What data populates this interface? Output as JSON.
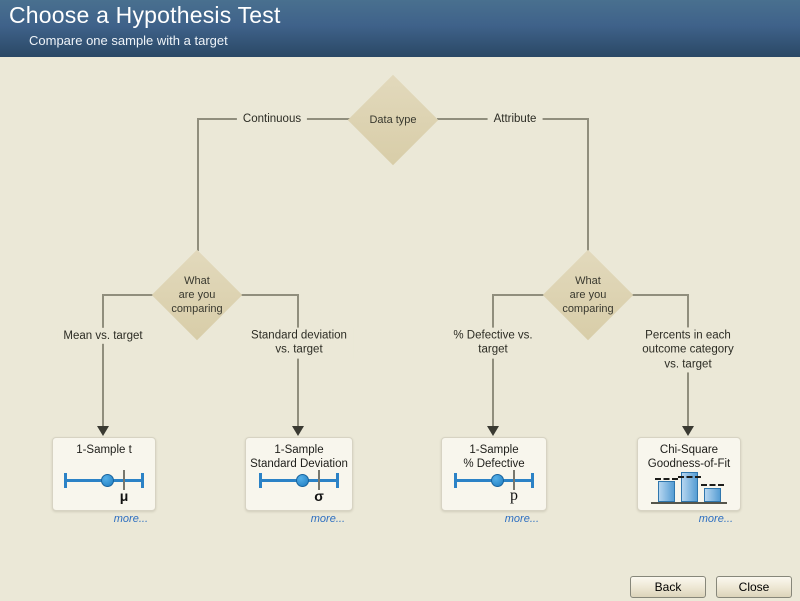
{
  "window": {
    "title": "Choose a Hypothesis Test",
    "subtitle": "Compare one sample with a target"
  },
  "tree": {
    "root_label": "Data type",
    "branch_left": "Continuous",
    "branch_right": "Attribute",
    "decision_left_label": "What\nare you\ncomparing",
    "decision_right_label": "What\nare you\ncomparing",
    "outcome_labels": {
      "mean": "Mean vs. target",
      "stdev": "Standard deviation\nvs. target",
      "defective": "% Defective vs.\ntarget",
      "percents": "Percents in each\noutcome category\nvs. target"
    }
  },
  "cards": [
    {
      "title": "1-Sample t",
      "symbol": "μ",
      "icon": "interval-plot",
      "more_label": "more..."
    },
    {
      "title": "1-Sample\nStandard Deviation",
      "symbol": "σ",
      "icon": "interval-plot",
      "more_label": "more..."
    },
    {
      "title": "1-Sample\n% Defective",
      "symbol": "p",
      "icon": "interval-plot",
      "more_label": "more..."
    },
    {
      "title": "Chi-Square\nGoodness-of-Fit",
      "icon": "bar-chart",
      "more_label": "more..."
    }
  ],
  "footer": {
    "back_label": "Back",
    "close_label": "Close"
  },
  "colors": {
    "header_top": "#49708f",
    "header_bottom": "#2a4865",
    "canvas_bg": "#ebe8d7",
    "diamond_fill": "#dcd2b0",
    "connector": "#908e7d",
    "accent_blue": "#2b82c6",
    "link_blue": "#2e6fc1"
  }
}
